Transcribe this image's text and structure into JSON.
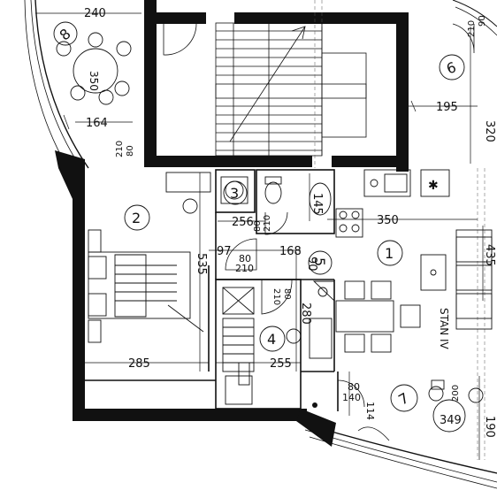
{
  "dimensions": {
    "d240": "240",
    "d350_table": "350",
    "d164": "164",
    "d80a": "80",
    "d210a": "210",
    "d90_210": "90",
    "d210_top": "210",
    "d195": "195",
    "d320": "320",
    "d145": "145",
    "d256": "256",
    "d80b": "80",
    "d210b": "210",
    "d350": "350",
    "d535": "535",
    "d97": "97",
    "d80c": "80",
    "d210c": "210",
    "d168": "168",
    "d90_mid": "90",
    "d80d": "80",
    "d210d": "210",
    "d280": "280",
    "d435": "435",
    "d285": "285",
    "d255": "255",
    "d80e": "80",
    "d140": "140",
    "d114": "114",
    "d200": "200",
    "d190": "190",
    "d349": "349"
  },
  "rooms": {
    "r1": "1",
    "r2": "2",
    "r3": "3",
    "r4": "4",
    "r5": "5",
    "r6": "6",
    "r7": "7",
    "r8": "8"
  },
  "labels": {
    "unit": "STAN IV"
  }
}
